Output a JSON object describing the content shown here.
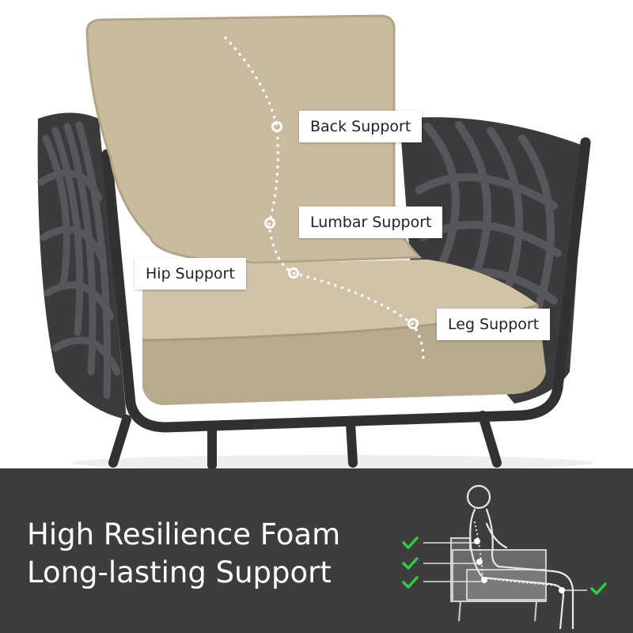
{
  "callouts": {
    "back": "Back Support",
    "lumbar": "Lumbar Support",
    "hip": "Hip Support",
    "leg": "Leg Support"
  },
  "banner": {
    "line1": "High Resilience Foam",
    "line2": "Long-lasting Support"
  },
  "colors": {
    "cushion": "#c9bb9f",
    "frame": "#2f3133",
    "rope": "#3a3b3d",
    "banner_bg": "#3d3d3d",
    "check": "#2ecc40"
  },
  "icons": [
    "check-icon",
    "seated-person-icon",
    "sofa-icon"
  ]
}
